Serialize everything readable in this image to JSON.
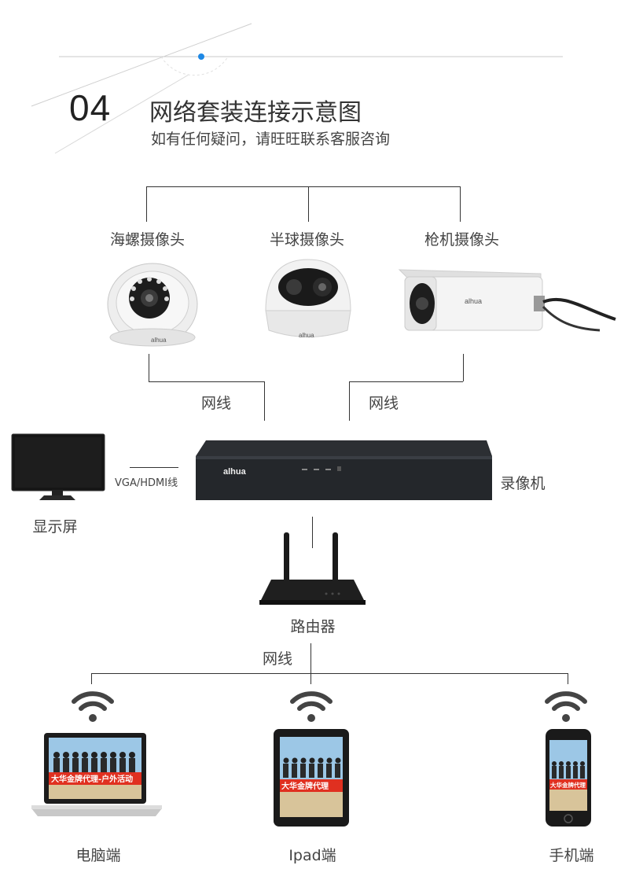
{
  "header": {
    "number": "04",
    "title": "网络套装连接示意图",
    "subtitle": "如有任何疑问，请旺旺联系客服咨询"
  },
  "cameras": [
    {
      "label": "海螺摄像头",
      "icon": "dome-camera-icon"
    },
    {
      "label": "半球摄像头",
      "icon": "hemisphere-camera-icon"
    },
    {
      "label": "枪机摄像头",
      "icon": "bullet-camera-icon"
    }
  ],
  "camera_brand": "alhua",
  "cable_label_left": "网线",
  "cable_label_right": "网线",
  "monitor": {
    "label": "显示屏",
    "cable": "VGA/HDMI线"
  },
  "nvr": {
    "label": "录像机",
    "brand": "alhua"
  },
  "router": {
    "label": "路由器"
  },
  "router_cable_label": "网线",
  "clients": [
    {
      "label": "电脑端",
      "icon": "laptop-icon"
    },
    {
      "label": "Ipad端",
      "icon": "tablet-icon"
    },
    {
      "label": "手机端",
      "icon": "phone-icon"
    }
  ],
  "screen_banner": "大华金牌代理-户外活动",
  "screen_banner_short": "大华金牌代理",
  "colors": {
    "accent_dot": "#1e88e5",
    "line": "#333333",
    "banner": "#e03020"
  }
}
